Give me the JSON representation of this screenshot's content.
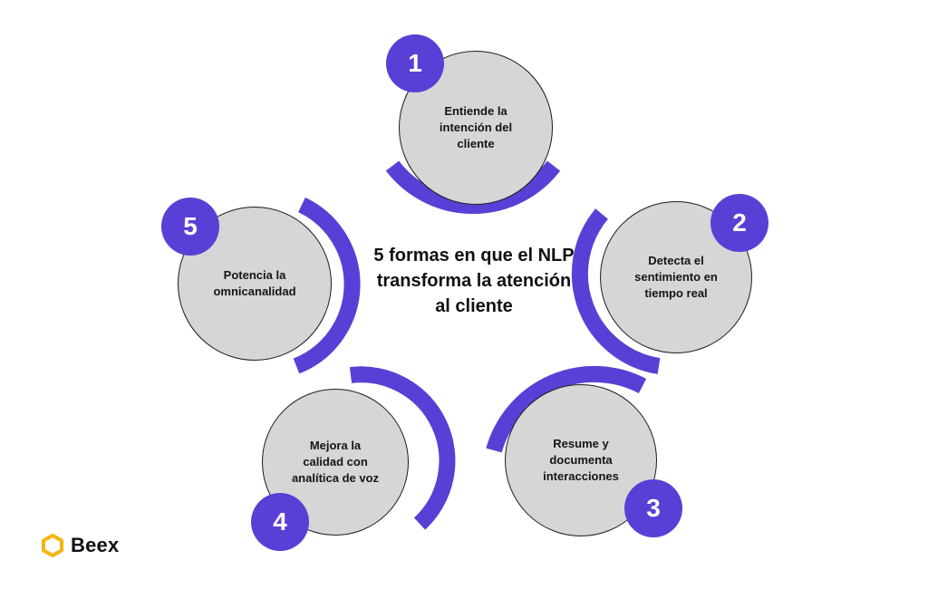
{
  "title": "5 formas en que el NLP\ntransforma la atención\nal cliente",
  "colors": {
    "accent": "#5a3fd6",
    "circle_fill": "#d6d6d6",
    "circle_stroke": "#1c1c1c",
    "logo": "#f5b50f"
  },
  "nodes": [
    {
      "number": "1",
      "label": "Entiende la\nintención del\ncliente"
    },
    {
      "number": "2",
      "label": "Detecta el\nsentimiento en\ntiempo real"
    },
    {
      "number": "3",
      "label": "Resume y\ndocumenta\ninteracciones"
    },
    {
      "number": "4",
      "label": "Mejora la\ncalidad con\nanalítica de voz"
    },
    {
      "number": "5",
      "label": "Potencia la\nomnicanalidad"
    }
  ],
  "brand": {
    "name": "Beex",
    "logo_icon": "hexagon-logo-icon"
  }
}
